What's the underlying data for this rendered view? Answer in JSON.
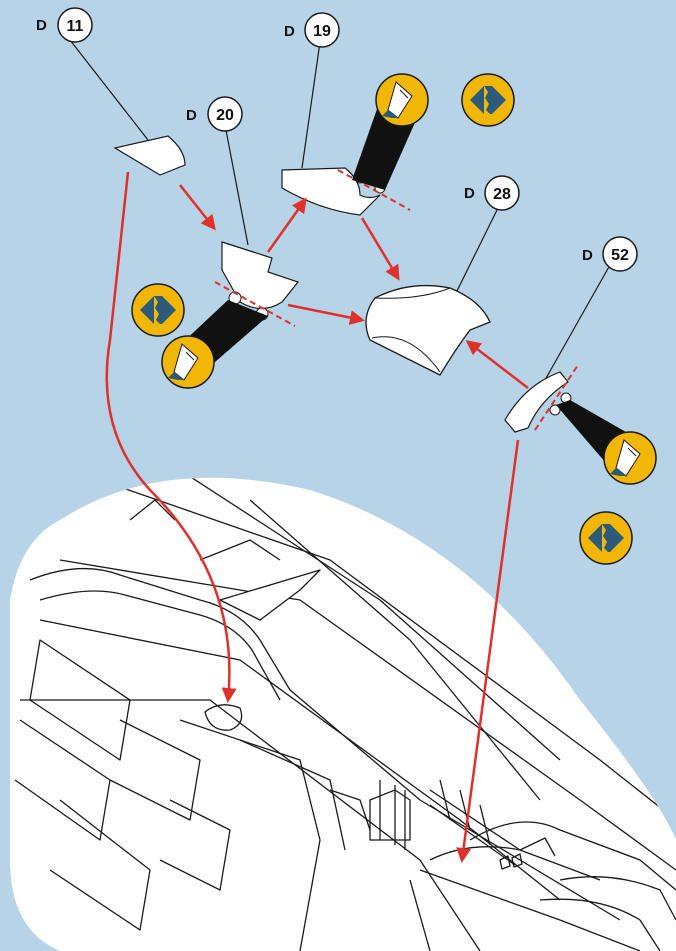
{
  "parts": [
    {
      "letter": "D",
      "number": "11"
    },
    {
      "letter": "D",
      "number": "20"
    },
    {
      "letter": "D",
      "number": "19"
    },
    {
      "letter": "D",
      "number": "28"
    },
    {
      "letter": "D",
      "number": "52"
    }
  ],
  "icons": {
    "cut": "craft-knife-icon",
    "sand": "file-sand-icon"
  },
  "colors": {
    "background": "#b7d3e8",
    "arrow": "#e0302a",
    "icon_fill": "#f2b705",
    "icon_symbol": "#2b5b78"
  }
}
